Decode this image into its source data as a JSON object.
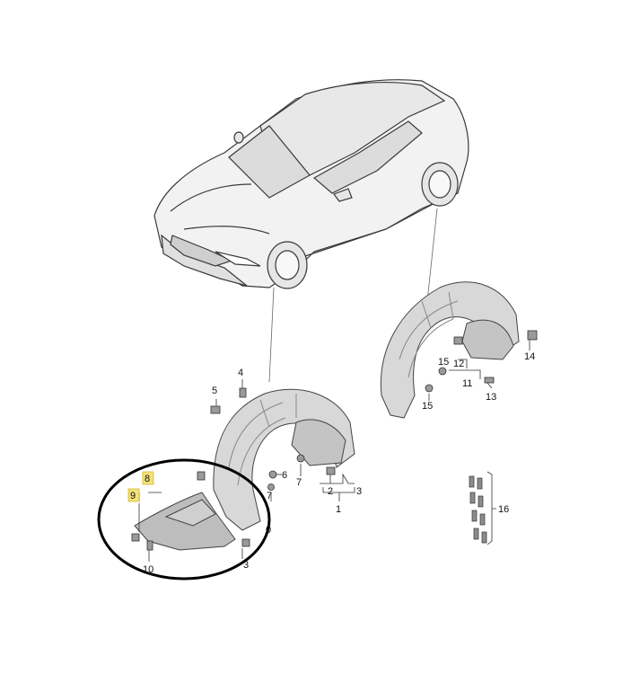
{
  "callouts": {
    "c1": "1",
    "c2": "2",
    "c3": "3",
    "c4": "4",
    "c5": "5",
    "c6": "6",
    "c7": "7",
    "c8": "8",
    "c9": "9",
    "c10": "10",
    "c11": "11",
    "c12": "12",
    "c13": "13",
    "c14": "14",
    "c15": "15",
    "c16": "16",
    "c3b": "3",
    "c0": "0",
    "c7b": "7"
  },
  "highlighted_callouts": [
    "8",
    "9"
  ],
  "colors": {
    "highlight": "#f4e27a",
    "part_fill": "#d9d9d9",
    "outline": "#333333",
    "circle": "#000000"
  }
}
